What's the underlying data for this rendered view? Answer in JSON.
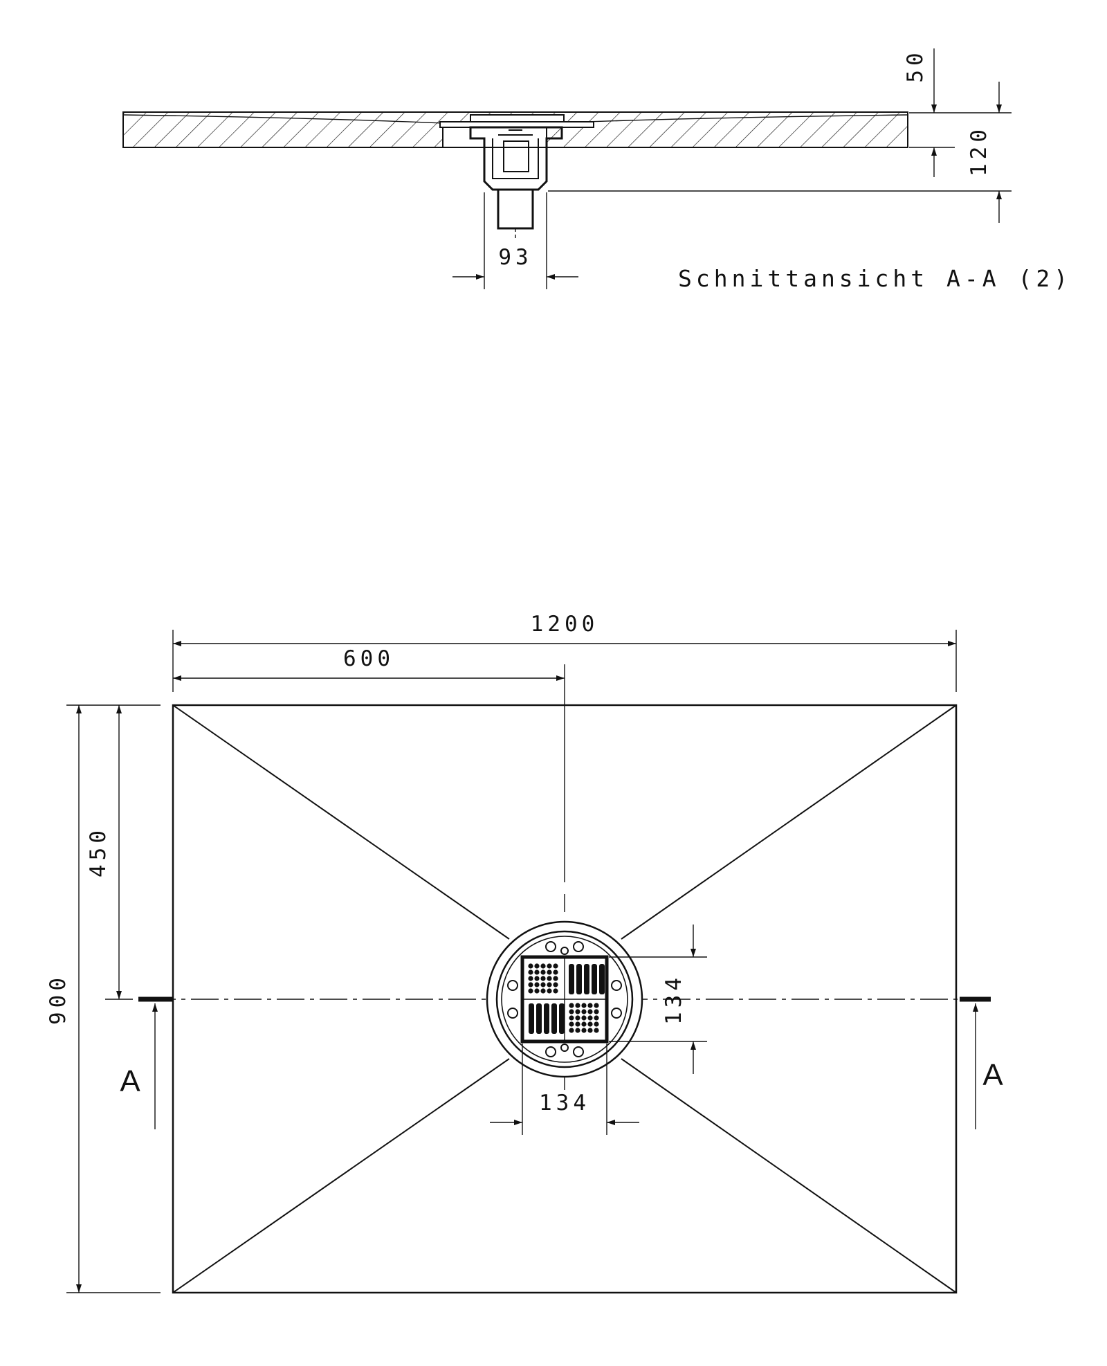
{
  "section_view": {
    "caption": "Schnittansicht A-A (2)",
    "dim_surface_to_drain": "50",
    "dim_total_height": "120",
    "dim_outlet_width": "93"
  },
  "plan_view": {
    "dim_total_width": "1200",
    "dim_half_width": "600",
    "dim_total_depth": "900",
    "dim_half_depth": "450",
    "dim_grate_height": "134",
    "dim_grate_width": "134",
    "section_marker_left": "A",
    "section_marker_right": "A"
  }
}
